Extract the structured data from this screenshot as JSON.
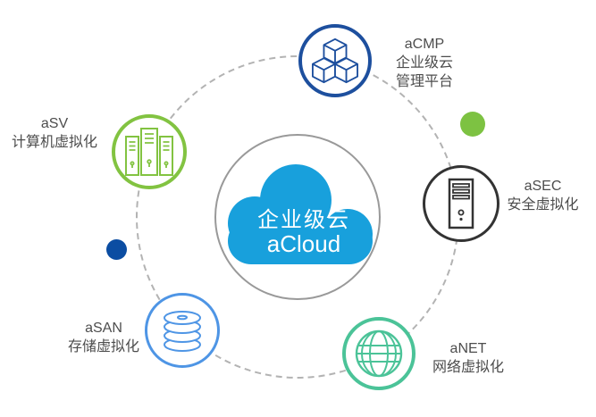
{
  "diagram": {
    "center": {
      "title_zh": "企业级云",
      "title_en": "aCloud",
      "cloud_color": "#18A0DC",
      "ring_color": "#999999"
    },
    "nodes": [
      {
        "id": "acmp",
        "name": "aCMP",
        "lines": [
          "企业级云",
          "管理平台"
        ],
        "icon": "cubes-icon",
        "color": "#1D4F9E",
        "position": "top"
      },
      {
        "id": "asv",
        "name": "aSV",
        "lines": [
          "计算机虚拟化"
        ],
        "icon": "server-rack-icon",
        "color": "#82C341",
        "position": "left"
      },
      {
        "id": "asec",
        "name": "aSEC",
        "lines": [
          "安全虚拟化"
        ],
        "icon": "tower-server-icon",
        "color": "#333333",
        "position": "right"
      },
      {
        "id": "asan",
        "name": "aSAN",
        "lines": [
          "存储虚拟化"
        ],
        "icon": "database-icon",
        "color": "#4E95E5",
        "position": "bottom-left"
      },
      {
        "id": "anet",
        "name": "aNET",
        "lines": [
          "网络虚拟化"
        ],
        "icon": "globe-icon",
        "color": "#4BC398",
        "position": "bottom-right"
      }
    ],
    "decor": {
      "dashed_circle_color": "#B3B3B3",
      "green_dot_color": "#7DC242",
      "navy_dot_color": "#0B4DA2",
      "label_text_color": "#4D4D4D"
    }
  }
}
